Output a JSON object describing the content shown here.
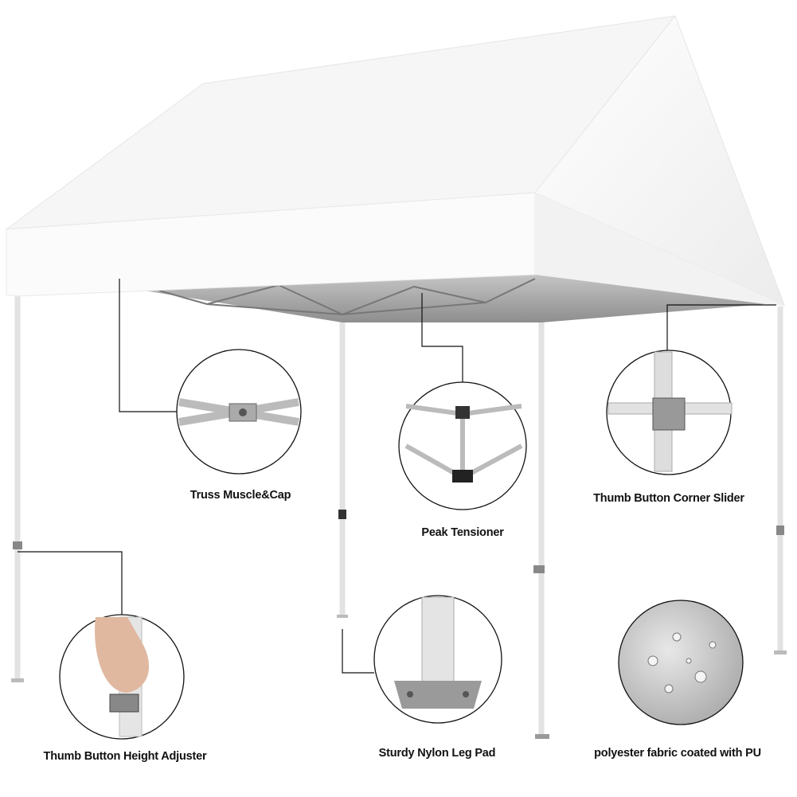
{
  "features": [
    {
      "id": "truss",
      "label": "Truss Muscle&Cap"
    },
    {
      "id": "peak",
      "label": "Peak Tensioner"
    },
    {
      "id": "corner",
      "label": "Thumb Button Corner Slider"
    },
    {
      "id": "height",
      "label": "Thumb Button Height Adjuster"
    },
    {
      "id": "legpad",
      "label": "Sturdy Nylon Leg Pad"
    },
    {
      "id": "fabric",
      "label": "polyester fabric coated with PU"
    }
  ],
  "colors": {
    "canopy": "#f7f7f7",
    "underside": "#9a9a9a",
    "frame": "#e6e6e6",
    "outline": "#111111"
  }
}
